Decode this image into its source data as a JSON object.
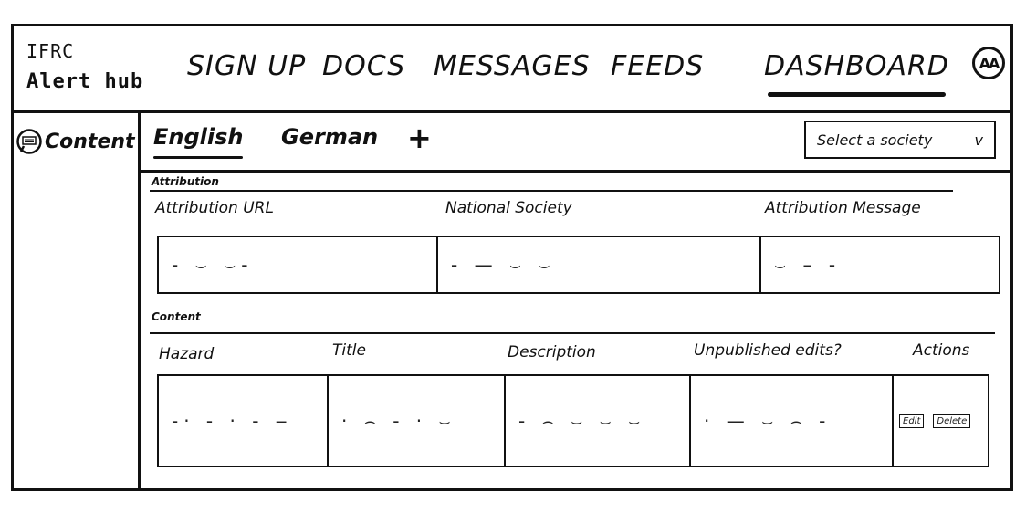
{
  "brand": {
    "line1": "IFRC",
    "line2": "Alert hub"
  },
  "nav": {
    "items": [
      {
        "label": "SIGN UP"
      },
      {
        "label": "DOCS"
      },
      {
        "label": "MESSAGES"
      },
      {
        "label": "FEEDS"
      },
      {
        "label": "DASHBOARD"
      }
    ],
    "active": "DASHBOARD",
    "avatar_initials": "AA"
  },
  "sidebar": {
    "items": [
      {
        "label": "Content",
        "icon": "keyboard-bubble-icon"
      }
    ]
  },
  "languages": {
    "tabs": [
      {
        "label": "English"
      },
      {
        "label": "German"
      }
    ],
    "active": "English",
    "add_label": "+"
  },
  "society_select": {
    "value": "Select a society",
    "chevron": "v"
  },
  "attribution": {
    "section_label": "Attribution",
    "columns": [
      "Attribution URL",
      "National Society",
      "Attribution Message"
    ],
    "rows": [
      [
        "- ⌣ ⌣-",
        "- — ⌣ ⌣",
        "⌣ – -"
      ]
    ]
  },
  "content": {
    "section_label": "Content",
    "columns": [
      "Hazard",
      "Title",
      "Description",
      "Unpublished edits?",
      "Actions"
    ],
    "rows": [
      [
        "-· - · - ‒",
        "· ⌢ - · ⌣",
        "- ⌢ ⌣ ⌣ ⌣",
        "· — ⌣ ⌢ -"
      ]
    ],
    "actions": {
      "edit": "Edit",
      "delete": "Delete"
    }
  }
}
